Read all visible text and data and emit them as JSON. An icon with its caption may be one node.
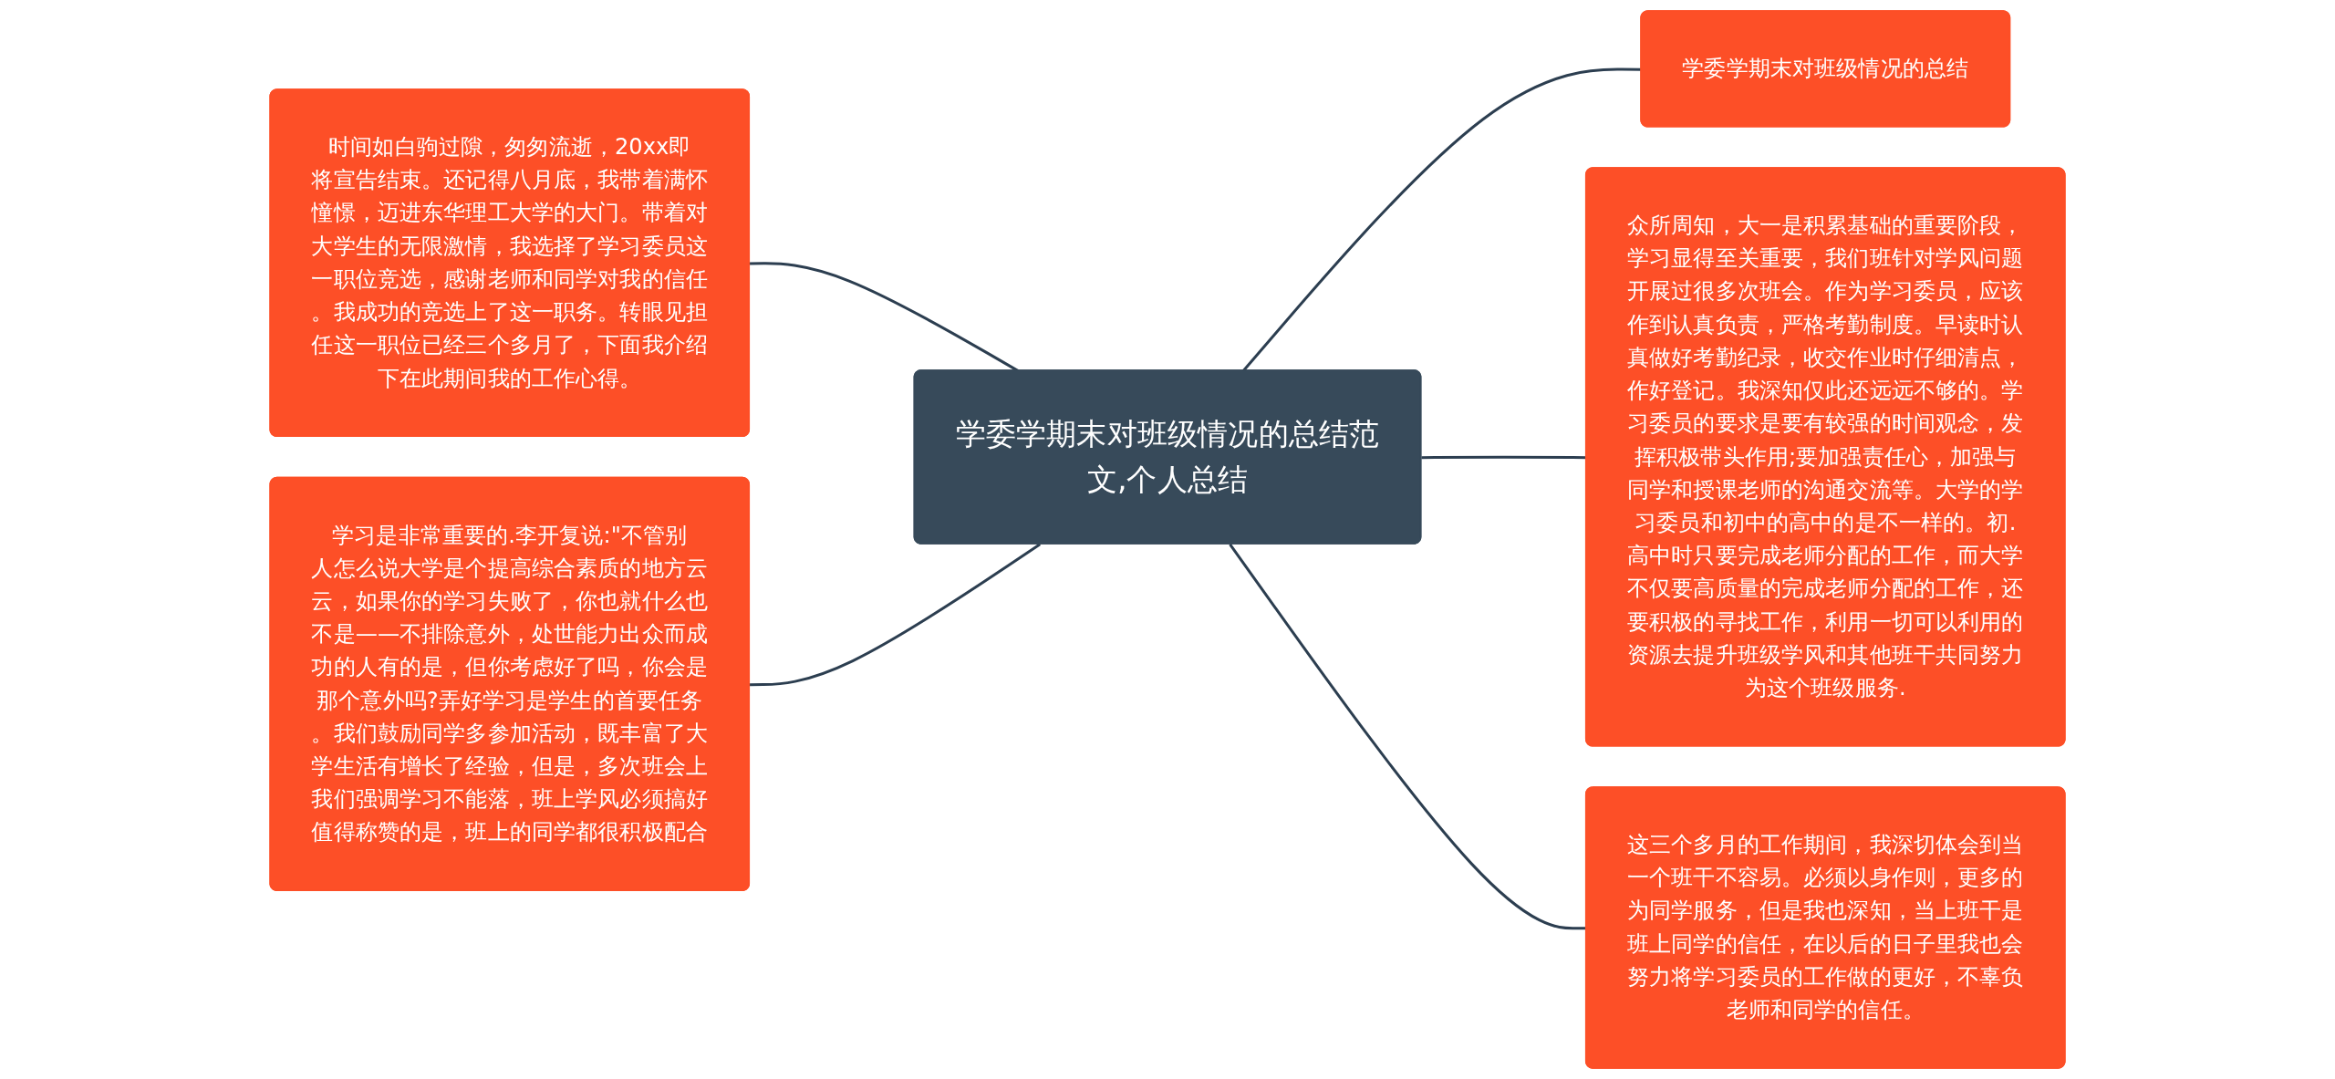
{
  "diagram": {
    "nodes": [
      {
        "text": [
          "学委学期末对班级情况的总结范文,个人总结"
        ]
      },
      {
        "text": [
          "学委学期末对班级情况的总结"
        ]
      },
      {
        "text": [
          "时间如白驹过隙，匆匆流逝，20xx即将宣告结束。还记得八月底，我带着满怀憧憬，迈进东华理工大学的大门。带着对大学生的无限激情，我选择了学习委员这一职位竞选，感谢老师和同学对我的信任。我成功的竞选上了这一职务。转眼见担任这一职位已经三个多月了，下面我介绍下在此期间我的工作心得。"
        ]
      },
      {
        "text": [
          "众所周知，大一是积累基础的重要阶段，学习显得至关重要，我们班针对学风问题开展过很多次班会。作为学习委员，应该作到认真负责，严格考勤制度。早读时认真做好考勤纪录，收交作业时仔细清点，作好登记。我深知仅此还远远不够的。学习委员的要求是要有较强的时间观念，发挥积极带头作用;要加强责任心，加强与同学和授课老师的沟通交流等。大学的学习委员和初中的高中的是不一样的。初.高中时只要完成老师分配的工作，而大学不仅要高质量的完成老师分配的工作，还要积极的寻找工作，利用一切可以利用的资源去提升班级学风和其他班干共同努力为这个班级服务."
        ]
      },
      {
        "text": [
          "学习是非常重要的.李开复说:\"不管别人怎么说大学是个提高综合素质的地方云云，如果你的学习失败了，你也就什么也不是——不排除意外，处世能力出众而成功的人有的是，但你考虑好了吗，你会是那个意外吗?弄好学习是学生的首要任务。我们鼓励同学多参加活动，既丰富了大学生活有增长了经验，但是，多次班会上我们强调学习不能落，班上学风必须搞好值得称赞的是，班上的同学都很积极配合"
        ]
      },
      {
        "text": [
          "这三个多月的工作期间，我深切体会到当一个班干不容易。必须以身作则，更多的为同学服务，但是我也深知，当上班干是班上同学的信任，在以后的日子里我也会努力将学习委员的工作做的更好，不辜负老师和同学的信任。"
        ]
      }
    ],
    "edges": [
      {
        "from": 0,
        "to": 1,
        "arrow": "none"
      },
      {
        "from": 0,
        "to": 2,
        "arrow": "none"
      },
      {
        "from": 0,
        "to": 3,
        "arrow": "none"
      },
      {
        "from": 0,
        "to": 4,
        "arrow": "none"
      },
      {
        "from": 0,
        "to": 5,
        "arrow": "none"
      }
    ]
  }
}
